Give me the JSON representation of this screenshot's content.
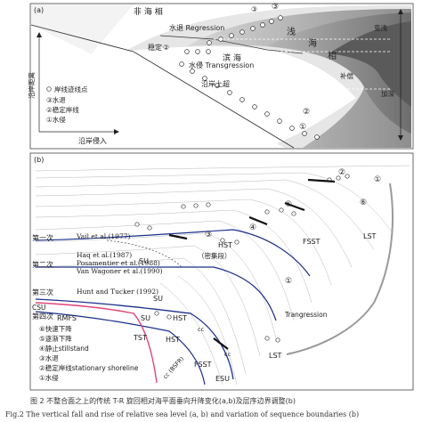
{
  "panel_a": {
    "tag": "(a)",
    "non_marine": "非 海 相",
    "regression": "水退 Regression",
    "regression_num": "③",
    "shallow_marine": "浅",
    "shallow_marine2": "海",
    "shallow_marine3": "相",
    "stable": "稳定",
    "stable_num": "②",
    "bin_hai": "滨 海",
    "transgression": "水侵 Transgression",
    "aggradation": "沿岸上超",
    "sea_level_axis": "沿岸距离",
    "shallowing": "变浅",
    "compensation": "补偿",
    "deepening": "加深",
    "num_1": "①",
    "num_2": "②",
    "num_3": "③",
    "bottom_label": "沿岸侵入",
    "legend": {
      "shoreline_points": "岸线迹线点",
      "item_3": "③水退",
      "item_2": "②稳定岸线",
      "item_1": "①水侵"
    }
  },
  "panel_b": {
    "tag": "(b)",
    "circ_1": "①",
    "circ_2": "②",
    "circ_3": "③",
    "circ_4": "④",
    "circ_5": "⑤",
    "circ_6": "⑥",
    "hst_top": "HST",
    "dense": "（密集段）",
    "fsst_top": "FSST",
    "lst_top": "LST",
    "su_1": "SU",
    "su_2": "SU",
    "su_3": "SU",
    "transgression": "Trangression",
    "hst_bot": "HST",
    "hst_bot2": "HST",
    "lst_bot": "LST",
    "fsst_bot": "FSST",
    "esu": "ESU",
    "rmfs": "RMFS",
    "tst": "TST",
    "csu": "CSU",
    "cc1": "cc",
    "cc2": "cc",
    "cc_bsfr": "cc (BSFR)",
    "gen_1": "第一次",
    "gen_2": "第二次",
    "gen_3": "第三次",
    "gen_4": "第四次",
    "ref_vail": "Vail et al.(1977)",
    "ref_haq": "Haq et al.(1987)",
    "ref_posa": "Posamentier et al.(1988)",
    "ref_vanw": "Van Wagoner et al.(1990)",
    "ref_hunt": "Hunt and Tucker (1992)",
    "legend": {
      "item_6": "⑥快速下降",
      "item_5": "⑤逐渐下降",
      "item_4": "④静止stillstand",
      "item_3": "③水退",
      "item_2": "②稳定岸线stationary shoreline",
      "item_1": "①水侵"
    }
  },
  "caption": {
    "cn": "图 2   不整合面之上的传统 T-R 旋回相对海平面垂向升降变化(a,b)及层序边界调整(b)",
    "en": "Fig.2   The vertical fall and rise of relative sea level (a, b) and variation of sequence boundaries (b)"
  },
  "colors": {
    "pink_line": "#e0457a",
    "blue_line": "#1c2f8c",
    "gray_line": "#9a9a9a"
  }
}
